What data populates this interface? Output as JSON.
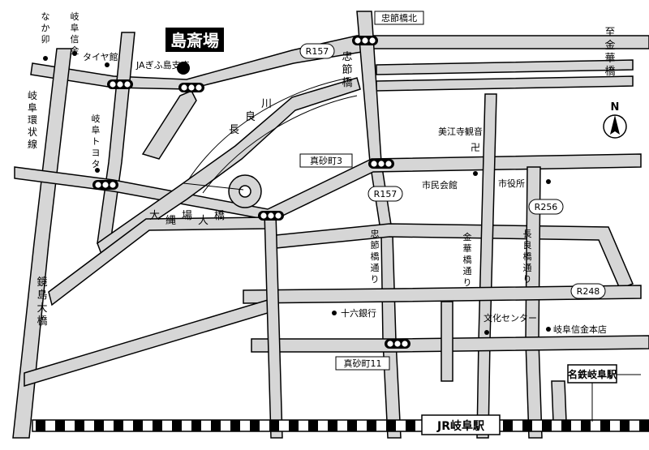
{
  "venue": {
    "title": "島斎場"
  },
  "railway": {
    "jr_station": "JR岐阜駅",
    "meitetsu_station": "名鉄岐阜駅"
  },
  "roads": {
    "r157_north": "R157",
    "r157_south": "R157",
    "r256": "R256",
    "r248": "R248",
    "kanou_chuuou": "岐阜環状線",
    "to_kinka": "至金華橋"
  },
  "river": {
    "name": "長良川"
  },
  "bridges": {
    "chuusetsu": "忠節橋",
    "oonawaba": "大縄場大橋",
    "kagami": "鏡島大橋"
  },
  "intersections": {
    "chuusetsu_north": "忠節橋北",
    "masago3": "真砂町3",
    "masago11": "真砂町11",
    "tire": "タイヤ館",
    "toyota": "岐阜トヨタ"
  },
  "streets": {
    "chuusetsu_dori": "忠節橋通り",
    "kinka_dori": "金華橋通り",
    "nagara_dori": "長良橋通り"
  },
  "landmarks": {
    "nakau": "なか卯",
    "gifu_shinkin": "岐阜信金",
    "ja": "JAぎふ島支店",
    "mie_kannon": "美江寺観音",
    "kannon_symbol": "卍",
    "shimin_kaikan": "市民会館",
    "shiyakusho": "市役所",
    "juroku": "十六銀行",
    "bunka_center": "文化センター",
    "shinkin_honten": "岐阜信金本店"
  },
  "compass": {
    "label": "N"
  }
}
